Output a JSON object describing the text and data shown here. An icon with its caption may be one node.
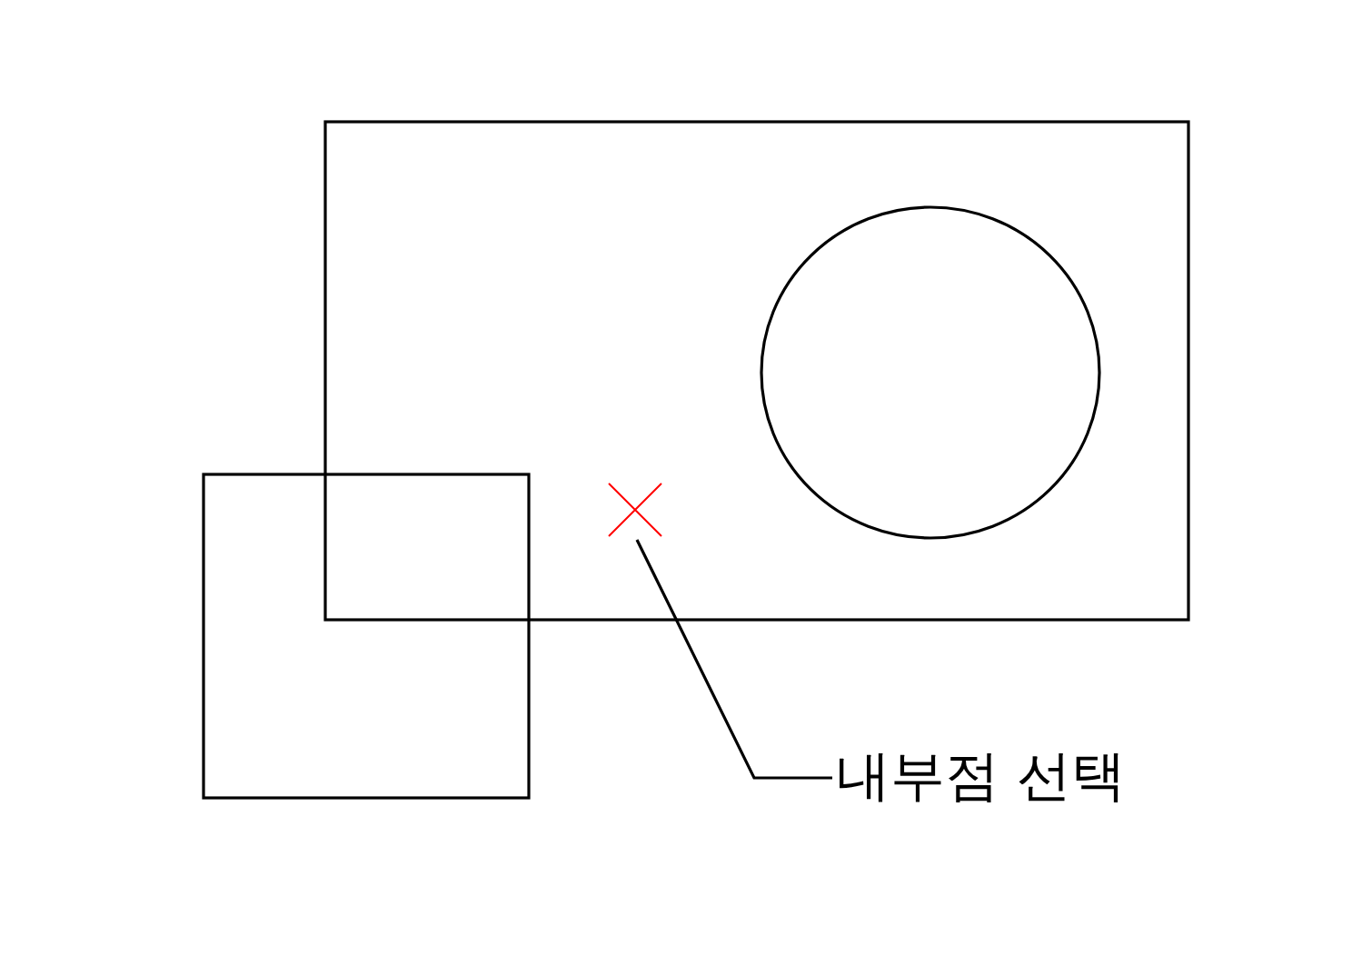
{
  "diagram": {
    "nodes": [
      {
        "text": [],
        "shape": "box"
      },
      {
        "text": [],
        "shape": "circle",
        "in": 0
      },
      {
        "text": [],
        "shape": "box"
      },
      {
        "text": [
          "내부점 선택"
        ]
      },
      {
        "text": [],
        "shape": "cross",
        "in": 0
      }
    ],
    "edges": [
      {
        "from": 3,
        "to": 4,
        "arrow": "none"
      }
    ]
  }
}
